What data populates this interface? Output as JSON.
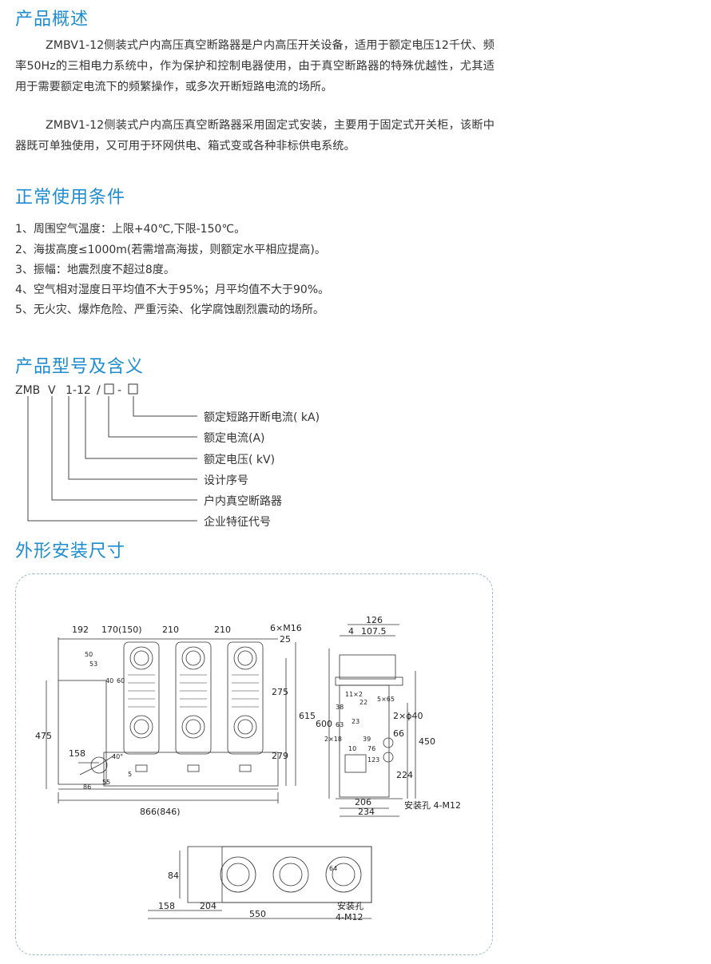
{
  "overview": {
    "heading": "产品概述",
    "p1": "ZMBV1-12侧装式户内高压真空断路器是户内高压开关设备，适用于额定电压12千伏、频率50Hz的三相电力系统中，作为保护和控制电器使用，由于真空断路器的特殊优越性，尤其适用于需要额定电流下的频繁操作，或多次开断短路电流的场所。",
    "p2": "ZMBV1-12侧装式户内高压真空断路器采用固定式安装，主要用于固定式开关柜，该断中器既可单独使用，又可用于环网供电、箱式变或各种非标供电系统。"
  },
  "conditions": {
    "heading": "正常使用条件",
    "items": [
      "1、周围空气温度：上限+40℃,下限-150℃。",
      "2、海拔高度≤1000m(若需增高海拔，则额定水平相应提高)。",
      "3、振幅：地震烈度不超过8度。",
      "4、空气相对湿度日平均值不大于95%；月平均值不大于90%。",
      "5、无火灾、爆炸危险、严重污染、化学腐蚀剧烈震动的场所。"
    ]
  },
  "model": {
    "heading": "产品型号及含义",
    "code": {
      "zmb": "ZMB",
      "v": "V",
      "num": "1-12",
      "slash": "/",
      "dash": "-"
    },
    "labels": [
      "额定短路开断电流( kA)",
      "额定电流(A)",
      "额定电压( kV)",
      "设计序号",
      "户内真空断路器",
      "企业特征代号"
    ]
  },
  "dimensions": {
    "heading": "外形安装尺寸",
    "front": {
      "top_dims": [
        "192",
        "170(150)",
        "210",
        "210",
        "6×M16"
      ],
      "small": [
        "25",
        "50",
        "53",
        "40",
        "60",
        "158",
        "40°",
        "5",
        "55",
        "86"
      ],
      "side": [
        "475",
        "275",
        "279",
        "615"
      ],
      "bottom": "866(846)"
    },
    "side_view": {
      "top": [
        "126",
        "4",
        "107.5"
      ],
      "left": [
        "600",
        "11×2",
        "22",
        "5×65",
        "38",
        "63",
        "23",
        "2×18",
        "39",
        "10",
        "76",
        "123"
      ],
      "right": [
        "2×ϕ40",
        "66",
        "450",
        "224"
      ],
      "bottom": [
        "206",
        "234"
      ],
      "hole": "安装孔 4-M12"
    },
    "plan": {
      "dims": [
        "84",
        "64",
        "158",
        "204",
        "550"
      ],
      "hole_label": "安装孔",
      "hole_spec": "4-M12"
    }
  },
  "colors": {
    "heading": "#1d8cd0",
    "text": "#333333",
    "border": "#9cbad3"
  }
}
